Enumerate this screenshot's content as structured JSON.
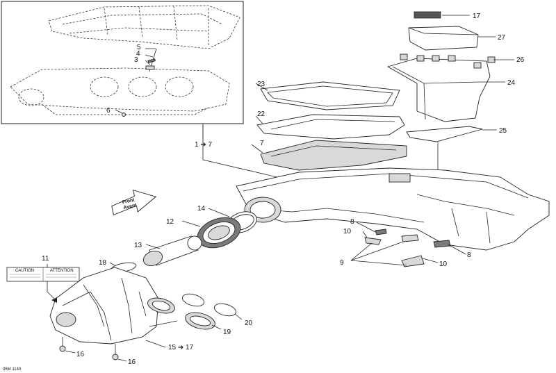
{
  "diagram": {
    "drawing_code": "35M 1140",
    "front_label": {
      "line1": "Front",
      "line2": "Avant"
    },
    "warning_label": {
      "left": "CAUTION",
      "right": "ATTENTION"
    },
    "callouts": {
      "c1_7": "1 ➔ 7",
      "c3": "3",
      "c4": "4",
      "c5": "5",
      "c6": "6",
      "c7": "7",
      "c8a": "8",
      "c8b": "8",
      "c9": "9",
      "c10a": "10",
      "c10b": "10",
      "c11": "11",
      "c12": "12",
      "c13": "13",
      "c14": "14",
      "c15_17": "15 ➔ 17",
      "c16a": "16",
      "c16b": "16",
      "c17": "17",
      "c18": "18",
      "c19": "19",
      "c20": "20",
      "c22": "22",
      "c23": "23",
      "c24": "24",
      "c25": "25",
      "c26": "26",
      "c27": "27"
    }
  }
}
